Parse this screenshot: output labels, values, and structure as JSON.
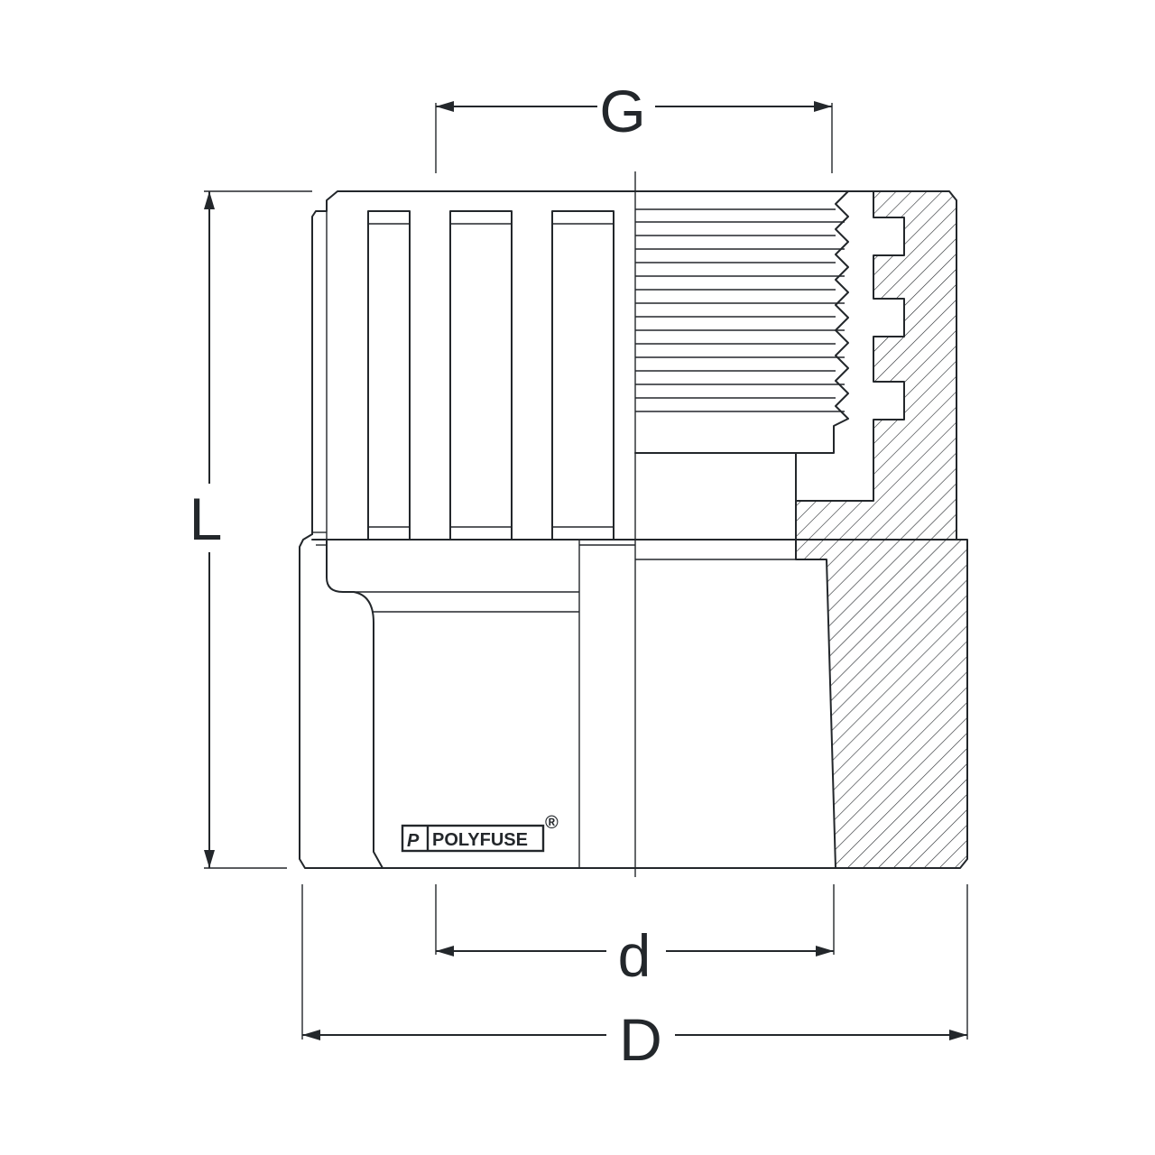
{
  "dimensions": {
    "G": "G",
    "L": "L",
    "d": "d",
    "D": "D"
  },
  "brand": {
    "logo_mark": "P",
    "name": "POLYFUSE",
    "registered": "®"
  },
  "colors": {
    "line": "#23272b",
    "background": "#ffffff"
  }
}
